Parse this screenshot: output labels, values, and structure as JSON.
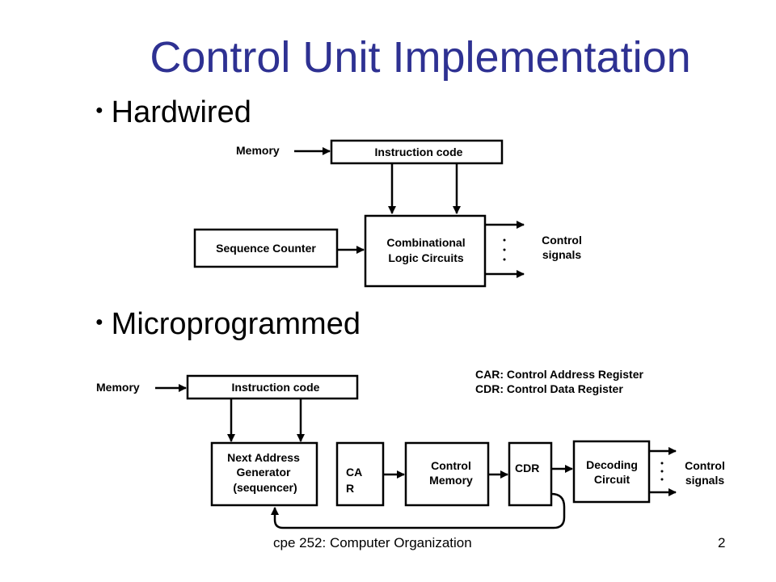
{
  "title": "Control Unit Implementation",
  "bullets": [
    "Hardwired",
    "Microprogrammed"
  ],
  "hardwired": {
    "memory": "Memory",
    "instruction_code": "Instruction code",
    "sequence_counter": "Sequence Counter",
    "comb_line1": "Combinational",
    "comb_line2": "Logic Circuits",
    "control_line1": "Control",
    "control_line2": "signals"
  },
  "micro": {
    "memory": "Memory",
    "instruction_code": "Instruction code",
    "nag_line1": "Next Address",
    "nag_line2": "Generator",
    "nag_line3": "(sequencer)",
    "car_line1": "CA",
    "car_line2": "R",
    "cm_line1": "Control",
    "cm_line2": "Memory",
    "cdr": "CDR",
    "dec_line1": "Decoding",
    "dec_line2": "Circuit",
    "control_line1": "Control",
    "control_line2": "signals",
    "legend_car": "CAR: Control Address Register",
    "legend_cdr": "CDR: Control Data Register"
  },
  "footer": {
    "course": "cpe 252: Computer Organization",
    "page": "2"
  }
}
